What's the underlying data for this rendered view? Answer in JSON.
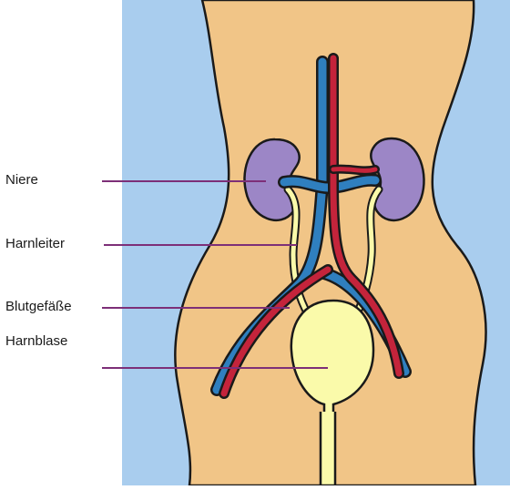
{
  "labels": {
    "kidney": "Niere",
    "ureter": "Harnleiter",
    "vessels": "Blutgefäße",
    "bladder": "Harnblase"
  },
  "colors": {
    "background": "#a9cdee",
    "body": "#f1c587",
    "kidney": "#9c86c6",
    "vein": "#2f7fbf",
    "artery": "#c4243b",
    "bladder": "#fafaaa",
    "leader_line": "#7d2f78",
    "outline": "#1a1a1a"
  }
}
